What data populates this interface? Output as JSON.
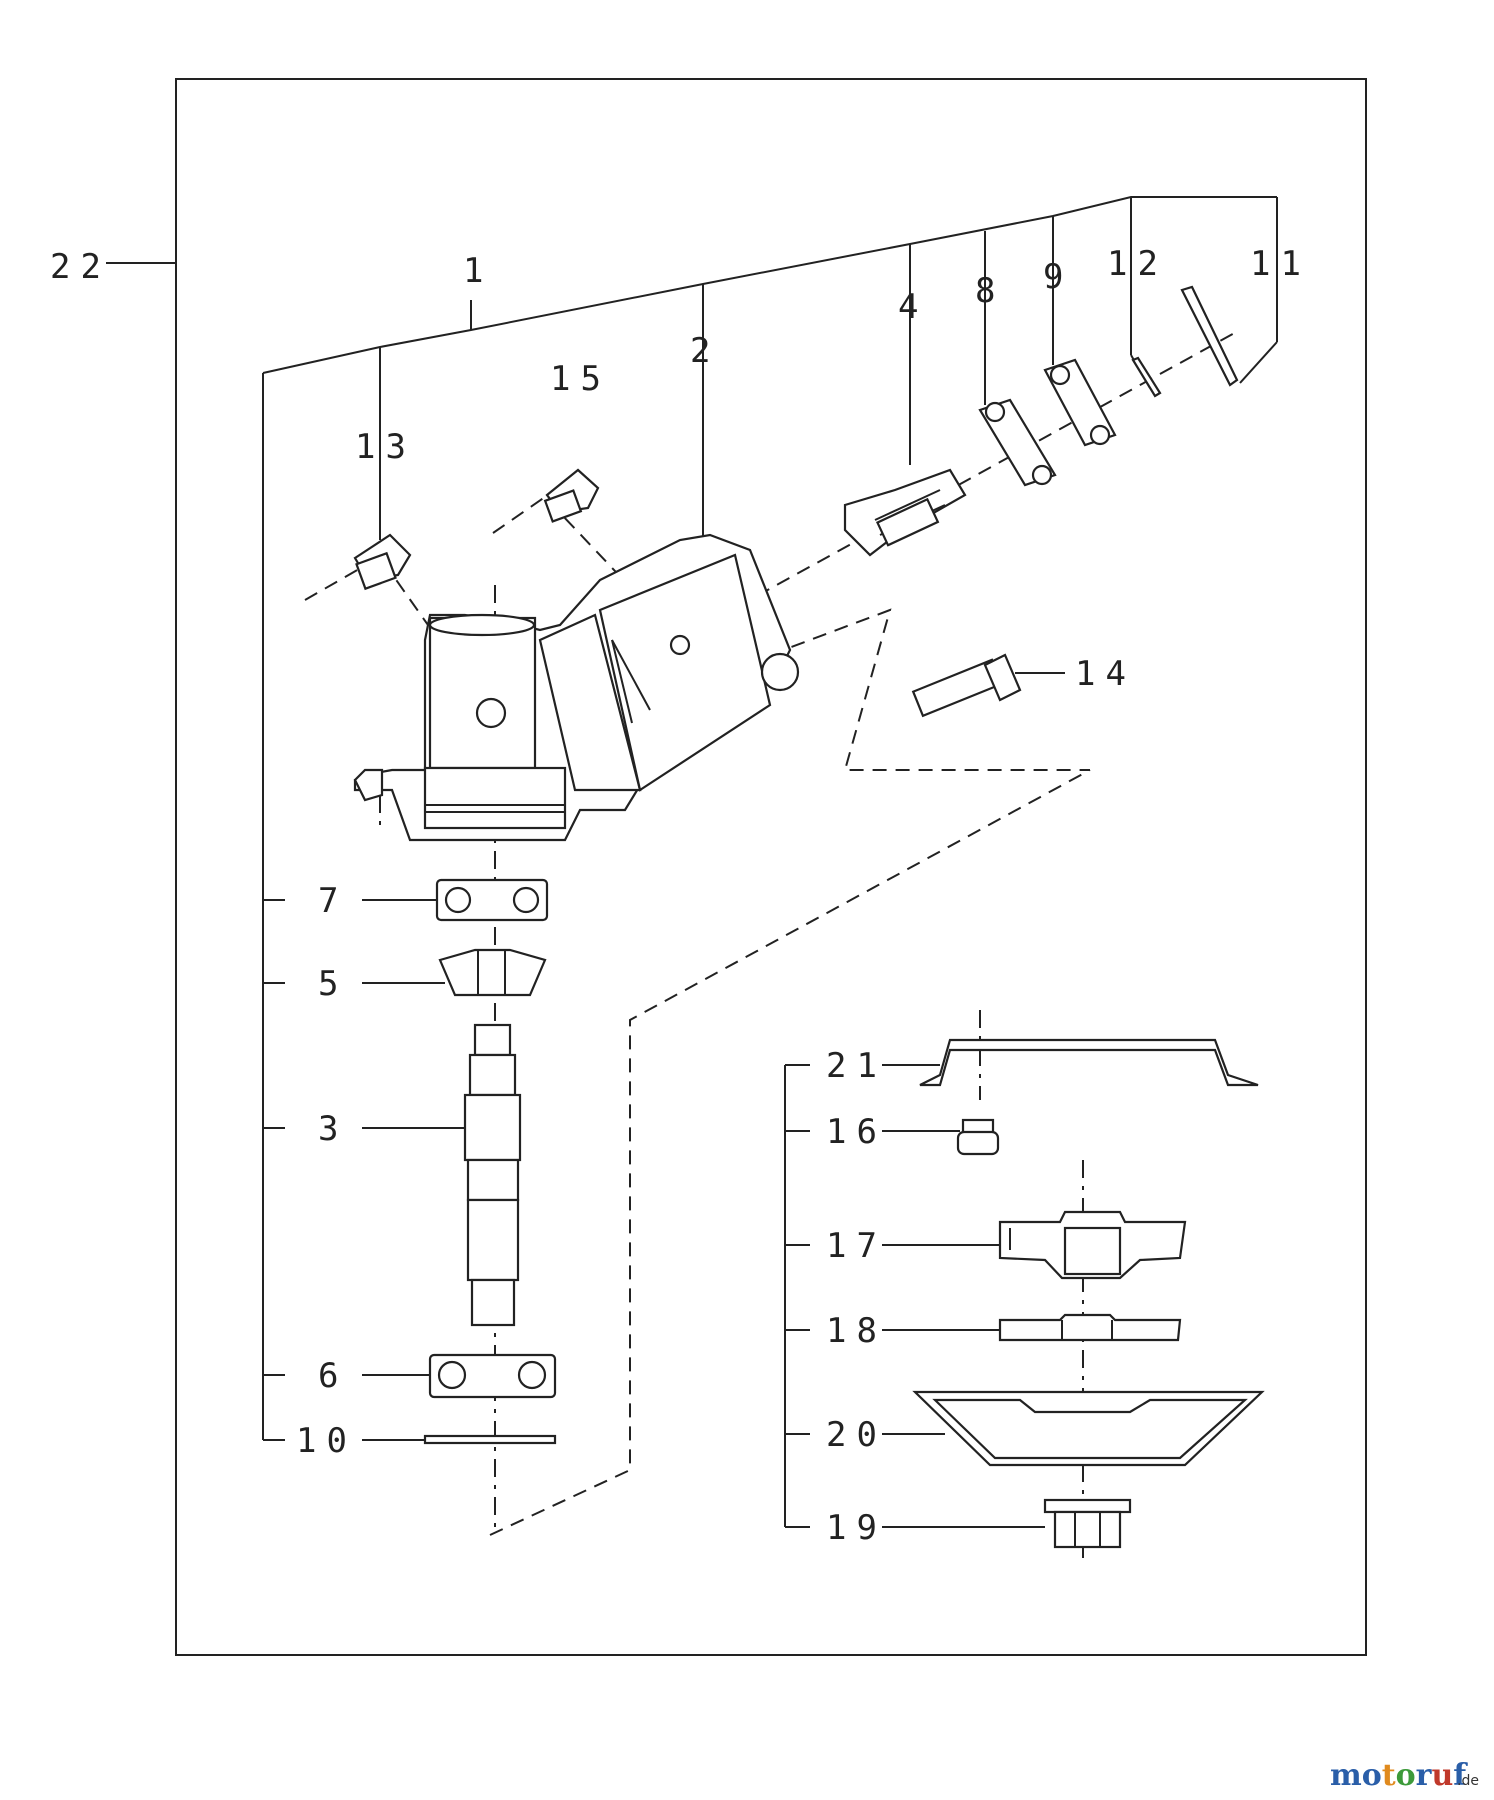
{
  "labels": {
    "l1": "1",
    "l2": "2",
    "l3": "3",
    "l4": "4",
    "l5": "5",
    "l6": "6",
    "l7": "7",
    "l8": "8",
    "l9": "9",
    "l10": "10",
    "l11": "11",
    "l12": "12",
    "l13": "13",
    "l14": "14",
    "l15": "15",
    "l16": "16",
    "l17": "17",
    "l18": "18",
    "l19": "19",
    "l20": "20",
    "l21": "21",
    "l22": "22"
  },
  "watermark": {
    "letters": [
      "m",
      "o",
      "t",
      "o",
      "r",
      "u",
      "f"
    ],
    "colors": [
      "#2a5ea8",
      "#2a5ea8",
      "#e08a1e",
      "#3d9a3a",
      "#2a5ea8",
      "#c0392b",
      "#2a5ea8"
    ],
    "suffix": ".de"
  }
}
